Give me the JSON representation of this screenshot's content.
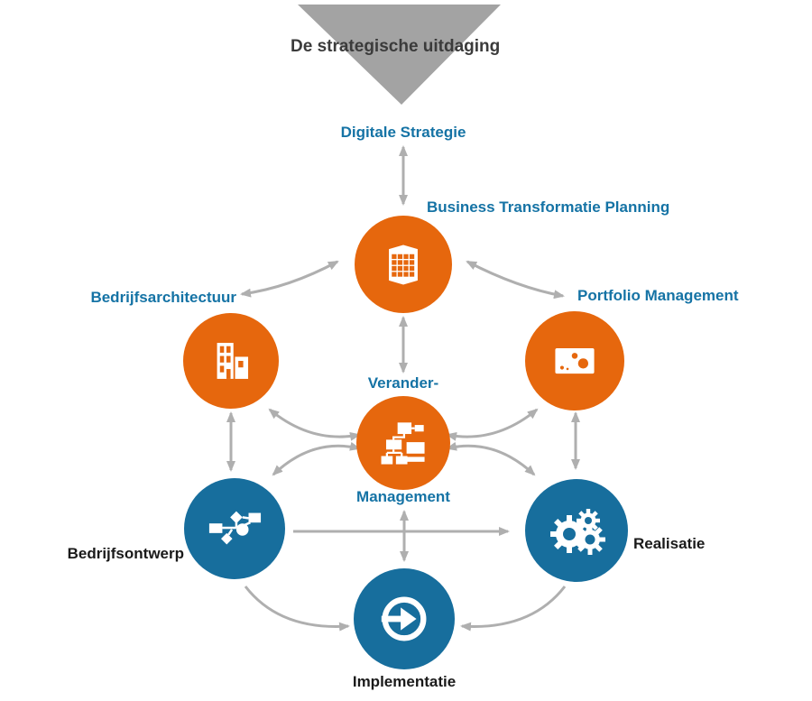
{
  "funnel": {
    "title": "De strategische uitdaging"
  },
  "colors": {
    "orange": "#E6670D",
    "blue": "#176E9D",
    "label_blue": "#1573A5",
    "label_dark": "#1A1A1A",
    "arrow_gray": "#AFAFAF",
    "triangle_gray": "#A3A3A3",
    "title_gray": "#3B3B3B"
  },
  "nodes": {
    "digitale_strategie": {
      "label": "Digitale Strategie"
    },
    "business_transformatie_planning": {
      "label": "Business Transformatie Planning",
      "icon": "building-grid-icon",
      "color": "orange"
    },
    "bedrijfsarchitectuur": {
      "label": "Bedrijfsarchitectuur",
      "icon": "buildings-icon",
      "color": "orange"
    },
    "portfolio_management": {
      "label": "Portfolio Management",
      "icon": "bubble-chart-icon",
      "color": "orange"
    },
    "verander_management": {
      "label_line1": "Verander-",
      "label_line2": "Management",
      "icon": "org-chart-icon",
      "color": "orange"
    },
    "bedrijfsontwerp": {
      "label": "Bedrijfsontwerp",
      "icon": "flowchart-icon",
      "color": "blue"
    },
    "realisatie": {
      "label": "Realisatie",
      "icon": "gears-icon",
      "color": "blue"
    },
    "implementatie": {
      "label": "Implementatie",
      "icon": "arrow-circle-icon",
      "color": "blue"
    }
  }
}
